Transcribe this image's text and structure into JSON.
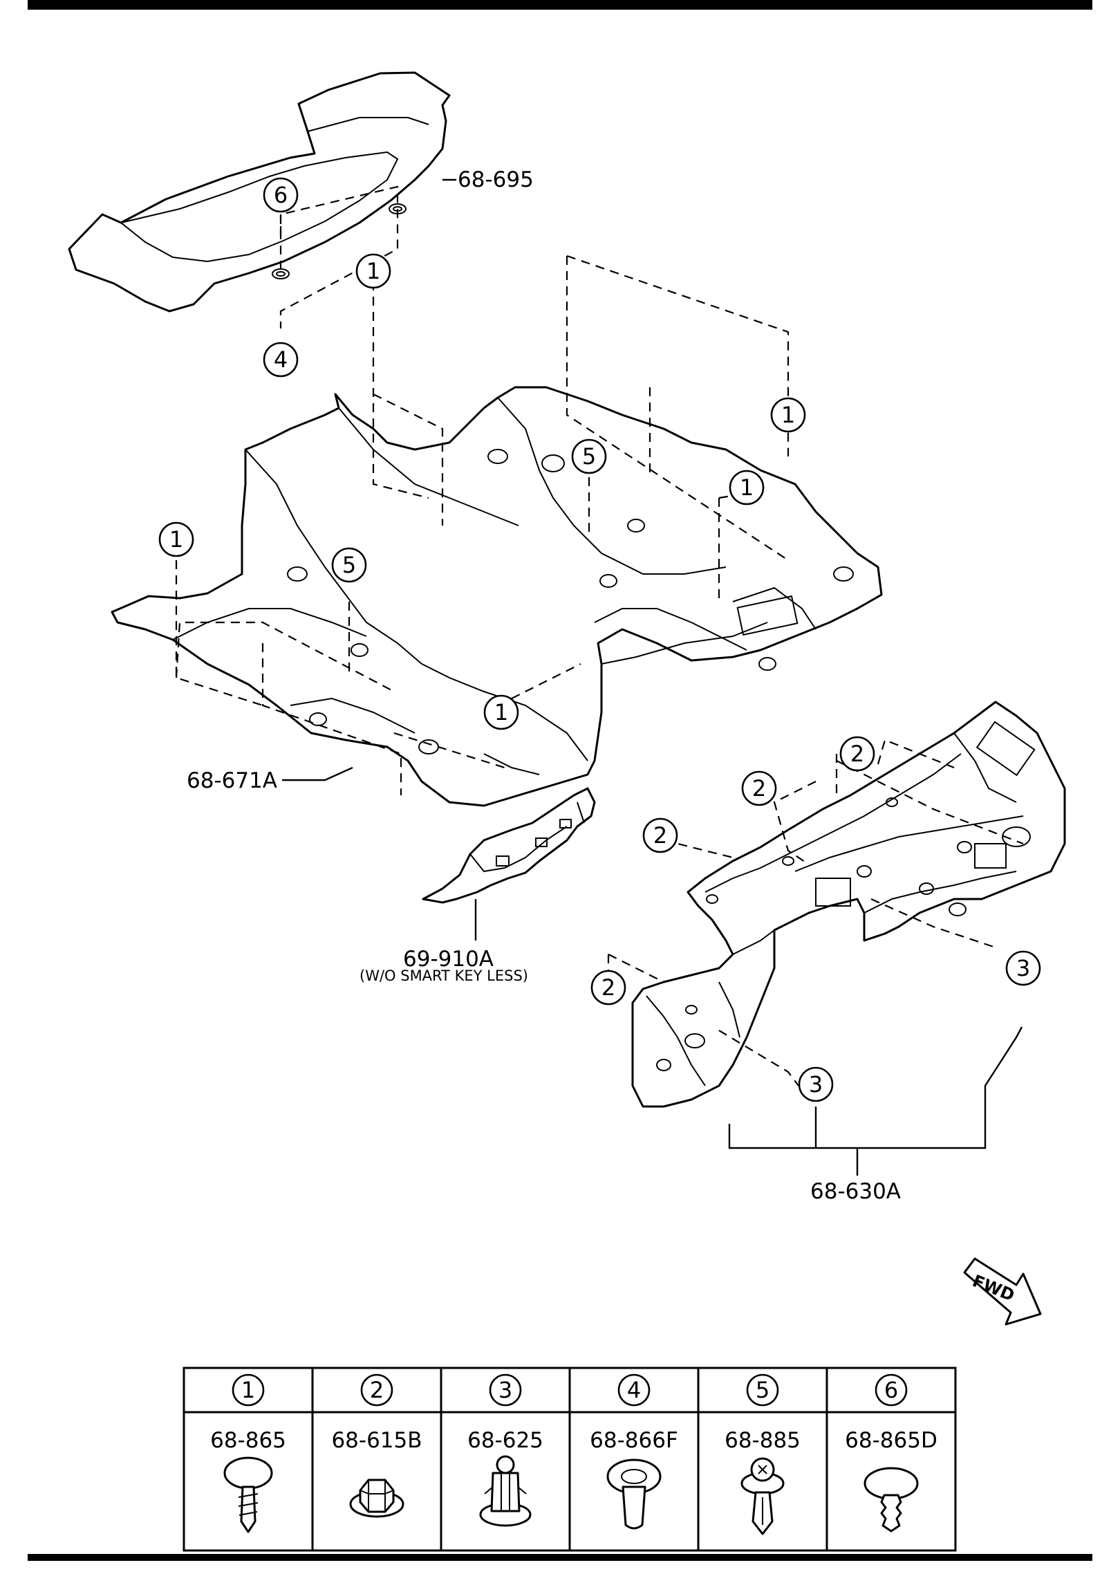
{
  "parts": {
    "p68_695": "68-695",
    "p68_671A": "68-671A",
    "p69_910A": "69-910A",
    "p69_910A_note": "(W/O SMART KEY LESS)",
    "p68_630A": "68-630A"
  },
  "fwd_label": "FWD",
  "callouts": {
    "c1": "1",
    "c2": "2",
    "c3": "3",
    "c4": "4",
    "c5": "5",
    "c6": "6"
  },
  "fastener_table": {
    "columns": [
      {
        "num": "1",
        "part": "68-865",
        "icon": "push-clip-icon"
      },
      {
        "num": "2",
        "part": "68-615B",
        "icon": "hex-nut-icon"
      },
      {
        "num": "3",
        "part": "68-625",
        "icon": "spring-clip-icon"
      },
      {
        "num": "4",
        "part": "68-866F",
        "icon": "plug-icon"
      },
      {
        "num": "5",
        "part": "68-885",
        "icon": "screw-rivet-icon"
      },
      {
        "num": "6",
        "part": "68-865D",
        "icon": "fir-tree-clip-icon"
      }
    ]
  }
}
